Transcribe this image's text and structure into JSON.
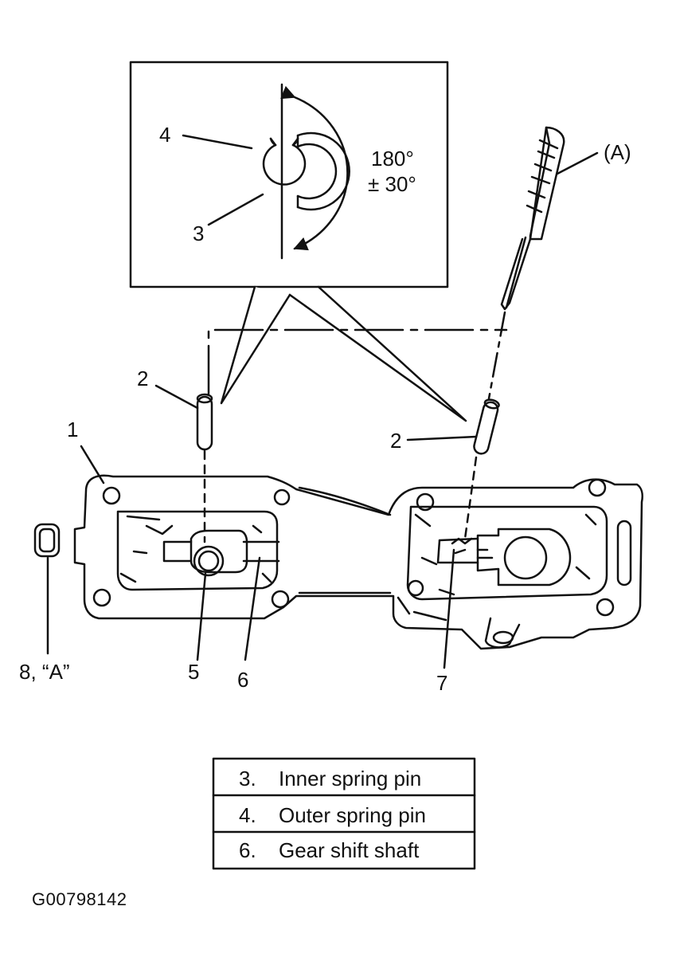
{
  "callouts": {
    "c1": "1",
    "c2_left": "2",
    "c2_right": "2",
    "c3": "3",
    "c4": "4",
    "c5": "5",
    "c6": "6",
    "c7": "7",
    "c8": "8, “A”",
    "cA": "(A)"
  },
  "angle": {
    "line1": "180°",
    "line2": "± 30°"
  },
  "legend": [
    {
      "num": "3.",
      "text": "Inner spring pin"
    },
    {
      "num": "4.",
      "text": "Outer spring pin"
    },
    {
      "num": "6.",
      "text": "Gear shift shaft"
    }
  ],
  "figure_id": "G00798142",
  "colors": {
    "ink": "#111111",
    "paper": "#ffffff"
  }
}
